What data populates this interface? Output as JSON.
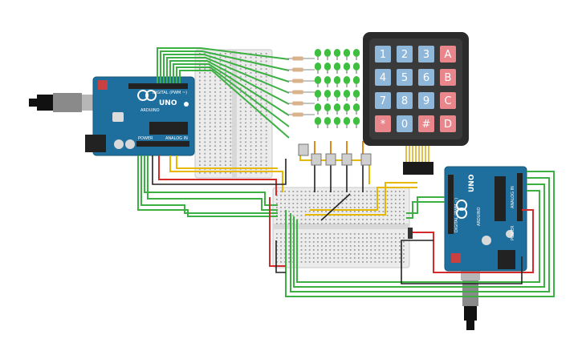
{
  "keypad": {
    "keys": [
      {
        "label": "1",
        "kind": "num"
      },
      {
        "label": "2",
        "kind": "num"
      },
      {
        "label": "3",
        "kind": "num"
      },
      {
        "label": "A",
        "kind": "letter"
      },
      {
        "label": "4",
        "kind": "num"
      },
      {
        "label": "5",
        "kind": "num"
      },
      {
        "label": "6",
        "kind": "num"
      },
      {
        "label": "B",
        "kind": "letter"
      },
      {
        "label": "7",
        "kind": "num"
      },
      {
        "label": "8",
        "kind": "num"
      },
      {
        "label": "9",
        "kind": "num"
      },
      {
        "label": "C",
        "kind": "letter"
      },
      {
        "label": "*",
        "kind": "letter"
      },
      {
        "label": "0",
        "kind": "num"
      },
      {
        "label": "#",
        "kind": "letter"
      },
      {
        "label": "D",
        "kind": "letter"
      }
    ],
    "colors": {
      "body": "#2b2b2b",
      "num": "#8fb7d9",
      "letter": "#e8868c"
    }
  },
  "arduino_left": {
    "logo_text": "UNO",
    "brand_text": "ARDUINO",
    "label_digital": "DIGITAL (PWM ~)",
    "label_analog": "ANALOG IN",
    "label_power": "POWER"
  },
  "arduino_right": {
    "logo_text": "UNO",
    "brand_text": "ARDUINO",
    "label_digital": "DIGITAL (PWM ~)",
    "label_analog": "ANALOG IN",
    "label_power": "POWER"
  },
  "leds": {
    "rows": 6,
    "cols": 5,
    "color": "#3fbf3f"
  },
  "colors": {
    "board": "#1e6f9e",
    "wire_green": "#3cb043",
    "wire_yellow": "#e6b800",
    "wire_red": "#d42a2a",
    "wire_black": "#222222",
    "wire_orange": "#e08a1e",
    "breadboard": "#e9e9e9"
  }
}
